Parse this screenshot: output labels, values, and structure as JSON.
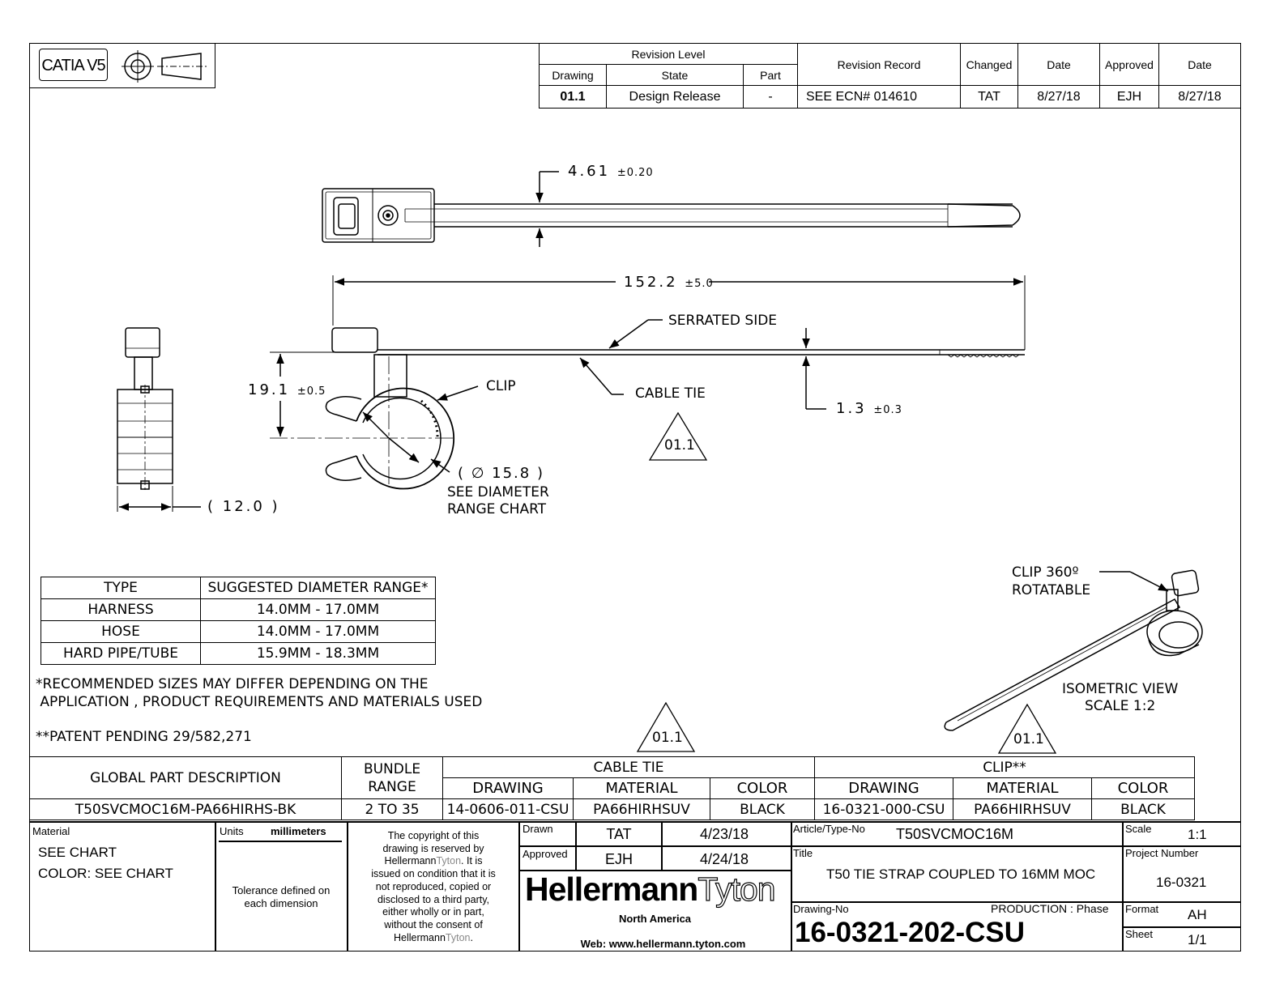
{
  "cad": {
    "system": "CATIA V5"
  },
  "revision": {
    "level_header": "Revision Level",
    "drawing_header": "Drawing",
    "state_header": "State",
    "part_header": "Part",
    "record_header": "Revision Record",
    "changed_header": "Changed",
    "date_header": "Date",
    "approved_header": "Approved",
    "date2_header": "Date",
    "drawing": "01.1",
    "state": "Design Release",
    "part": "-",
    "record": "SEE ECN#  014610",
    "changed": "TAT",
    "date": "8/27/18",
    "approved": "EJH",
    "date2": "8/27/18"
  },
  "dims": {
    "thickness": "4.61",
    "thickness_tol": "±0.20",
    "length": "152.2",
    "length_tol": "±5.0",
    "height": "19.1",
    "height_tol": "±0.5",
    "strap": "1.3",
    "strap_tol": "±0.3",
    "width": "( 12.0 )",
    "diameter": "( ∅  15.8 )",
    "see_chart_1": "SEE DIAMETER",
    "see_chart_2": "RANGE CHART"
  },
  "labels": {
    "serrated": "SERRATED SIDE",
    "clip": "CLIP",
    "cable_tie": "CABLE TIE",
    "clip360_1": "CLIP 360º",
    "clip360_2": "ROTATABLE",
    "iso_1": "ISOMETRIC VIEW",
    "iso_2": "SCALE 1:2",
    "rev_marker": "01.1"
  },
  "diameter_table": {
    "headers": [
      "TYPE",
      "SUGGESTED DIAMETER RANGE*"
    ],
    "rows": [
      [
        "HARNESS",
        "14.0MM - 17.0MM"
      ],
      [
        "HOSE",
        "14.0MM - 17.0MM"
      ],
      [
        "HARD PIPE/TUBE",
        "15.9MM - 18.3MM"
      ]
    ]
  },
  "notes": {
    "rec_1": "*RECOMMENDED SIZES MAY DIFFER DEPENDING ON THE",
    "rec_2": " APPLICATION , PRODUCT REQUIREMENTS AND MATERIALS USED",
    "patent": "**PATENT PENDING 29/582,271"
  },
  "bom": {
    "global_header": "GLOBAL PART DESCRIPTION",
    "bundle_header_1": "BUNDLE",
    "bundle_header_2": "RANGE",
    "cable_tie_header": "CABLE TIE",
    "clip_header": "CLIP**",
    "drawing_header": "DRAWING",
    "material_header": "MATERIAL",
    "color_header": "COLOR",
    "global_part": "T50SVCMOC16M-PA66HIRHS-BK",
    "bundle": "2 TO 35",
    "tie_drawing": "14-0606-011-CSU",
    "tie_material": "PA66HIRHSUV",
    "tie_color": "BLACK",
    "clip_drawing": "16-0321-000-CSU",
    "clip_material": "PA66HIRHSUV",
    "clip_color": "BLACK"
  },
  "title_block": {
    "material_label": "Material",
    "material_1": "SEE CHART",
    "material_2": "COLOR: SEE CHART",
    "units_label": "Units",
    "units_value": "millimeters",
    "tolerance_1": "Tolerance defined on",
    "tolerance_2": "each dimension",
    "copyright": {
      "l1": "The copyright of this",
      "l2": "drawing is reserved by",
      "l3a": "Hellermann",
      "l3b": "Tyton",
      "l3c": ".  It is",
      "l4": "issued on condition that it is",
      "l5": "not reproduced, copied or",
      "l6": "disclosed to a third party,",
      "l7": "either wholly or in part,",
      "l8": "without the consent of",
      "l9a": "Hellermann",
      "l9b": "Tyton",
      "l9c": "."
    },
    "drawn_label": "Drawn",
    "drawn_by": "TAT",
    "drawn_date": "4/23/18",
    "approved_label": "Approved",
    "approved_by": "EJH",
    "approved_date": "4/24/18",
    "logo_a": "Hellermann",
    "logo_b": "Tyton",
    "region": "North America",
    "web": "Web: www.hellermann.tyton.com",
    "article_label": "Article/Type-No",
    "article": "T50SVCMOC16M",
    "title_label": "Title",
    "title": "T50 TIE STRAP COUPLED TO 16MM MOC",
    "drawing_no_label": "Drawing-No",
    "phase": "PRODUCTION  : Phase",
    "drawing_no": "16-0321-202-CSU",
    "scale_label": "Scale",
    "scale": "1:1",
    "project_label": "Project Number",
    "project": "16-0321",
    "format_label": "Format",
    "format": "AH",
    "sheet_label": "Sheet",
    "sheet": "1/1"
  }
}
